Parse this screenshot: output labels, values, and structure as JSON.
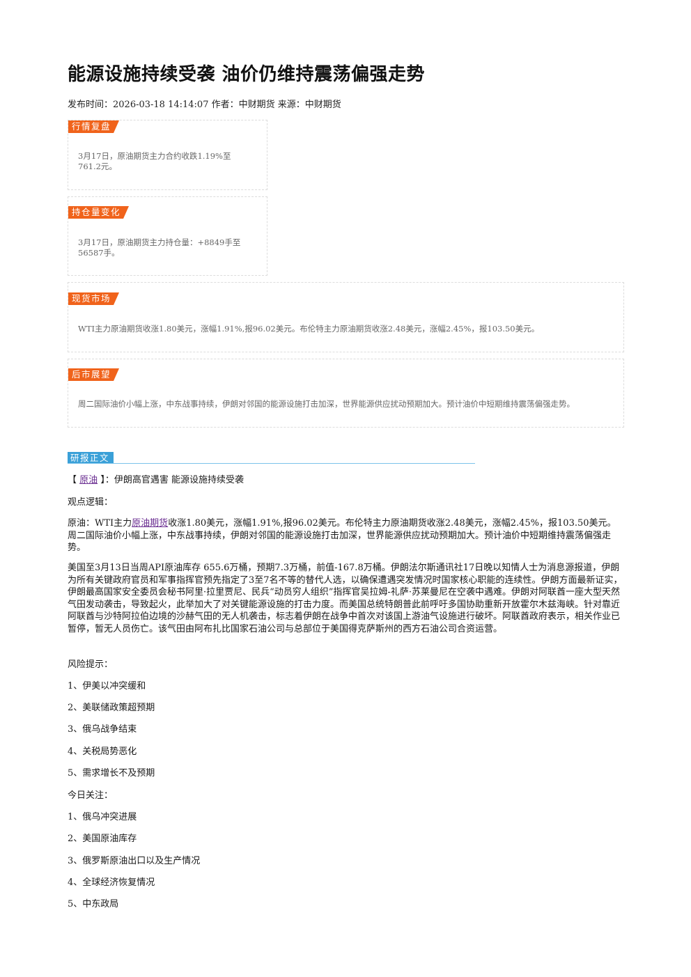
{
  "article": {
    "title": "能源设施持续受袭 油价仍维持震荡偏强走势",
    "meta": "发布时间：2026-03-18 14:14:07 作者：中财期货 来源：中财期货"
  },
  "boxes": [
    {
      "tag": "行情复盘",
      "text": "3月17日，原油期货主力合约收跌1.19%至761.2元。"
    },
    {
      "tag": "持仓量变化",
      "text": "3月17日，原油期货主力持仓量：+8849手至56587手。"
    },
    {
      "tag": "现货市场",
      "text": "WTI主力原油期货收涨1.80美元，涨幅1.91%,报96.02美元。布伦特主力原油期货收涨2.48美元，涨幅2.45%，报103.50美元。"
    },
    {
      "tag": "后市展望",
      "text": "周二国际油价小幅上涨，中东战事持续，伊朗对邻国的能源设施打击加深，世界能源供应扰动预期加大。预计油价中短期维持震荡偏强走势。"
    }
  ],
  "report": {
    "section_tag": "研报正文",
    "headline_open": "【",
    "headline_link": "原油",
    "headline_close": "】",
    "headline_text": "：伊朗高官遇害 能源设施持续受袭",
    "logic_label": "观点逻辑：",
    "para1_prefix": "原油：WTI主力",
    "para1_link": "原油期货",
    "para1_rest": "收涨1.80美元，涨幅1.91%,报96.02美元。布伦特主力原油期货收涨2.48美元，涨幅2.45%，报103.50美元。周二国际油价小幅上涨，中东战事持续，伊朗对邻国的能源设施打击加深，世界能源供应扰动预期加大。预计油价中短期维持震荡偏强走势。",
    "para2": "美国至3月13日当周API原油库存 655.6万桶，预期7.3万桶，前值-167.8万桶。伊朗法尔斯通讯社17日晚以知情人士为消息源报道，伊朗为所有关键政府官员和军事指挥官预先指定了3至7名不等的替代人选，以确保遭遇突发情况时国家核心职能的连续性。伊朗方面最新证实，伊朗最高国家安全委员会秘书阿里·拉里贾尼、民兵“动员穷人组织”指挥官吴拉姆-礼萨·苏莱曼尼在空袭中遇难。伊朗对阿联酋一座大型天然气田发动袭击，导致起火，此举加大了对关键能源设施的打击力度。而美国总统特朗普此前呼吁多国协助重新开放霍尔木兹海峡。针对靠近阿联酋与沙特阿拉伯边境的沙赫气田的无人机袭击，标志着伊朗在战争中首次对该国上游油气设施进行破坏。阿联酋政府表示，相关作业已暂停，暂无人员伤亡。该气田由阿布扎比国家石油公司与总部位于美国得克萨斯州的西方石油公司合资运营。",
    "risk_label": "风险提示：",
    "risks": [
      "1、伊美以冲突缓和",
      "2、美联储政策超预期",
      "3、俄乌战争结束",
      "4、关税局势恶化",
      "5、需求增长不及预期"
    ],
    "focus_label": "今日关注：",
    "focus": [
      "1、俄乌冲突进展",
      "2、美国原油库存",
      "3、俄罗斯原油出口以及生产情况",
      "4、全球经济恢复情况",
      "5、中东政局"
    ]
  }
}
